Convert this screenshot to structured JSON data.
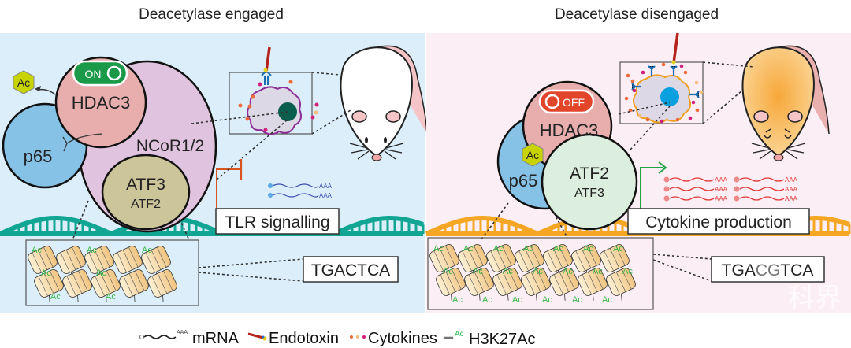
{
  "left_panel": {
    "title": "Deacetylase engaged",
    "toggle_label": "ON",
    "hdac": "HDAC3",
    "p65": "p65",
    "ncor": "NCoR1/2",
    "atf_main": "ATF3",
    "atf_sub": "ATF2",
    "ac_badge": "Ac",
    "outcome_label": "TLR signalling",
    "motif": "TGACTCA",
    "mrna_tail": "AAA",
    "background_color": "#dbeefa",
    "dna_color": "#11a594",
    "toggle_color": "#1a9a48"
  },
  "right_panel": {
    "title": "Deacetylase disengaged",
    "toggle_label": "OFF",
    "hdac": "HDAC3",
    "p65": "p65",
    "atf_main": "ATF2",
    "atf_sub": "ATF3",
    "ac_badge": "Ac",
    "outcome_label": "Cytokine production",
    "motif_parts": [
      "TGA",
      "CG",
      "TCA"
    ],
    "mrna_tail": "AAA",
    "background_color": "#fbeef4",
    "dna_color": "#f5a623",
    "toggle_color": "#e2452a"
  },
  "nucleosome_ac_label": "Ac",
  "legend": {
    "mrna": {
      "tail": "AAA",
      "label": "mRNA"
    },
    "endotoxin": {
      "label": "Endotoxin"
    },
    "cytokines": {
      "label": "Cytokines"
    },
    "h3k27ac": {
      "mark": "Ac",
      "label": "H3K27Ac"
    }
  },
  "watermark": "科界"
}
